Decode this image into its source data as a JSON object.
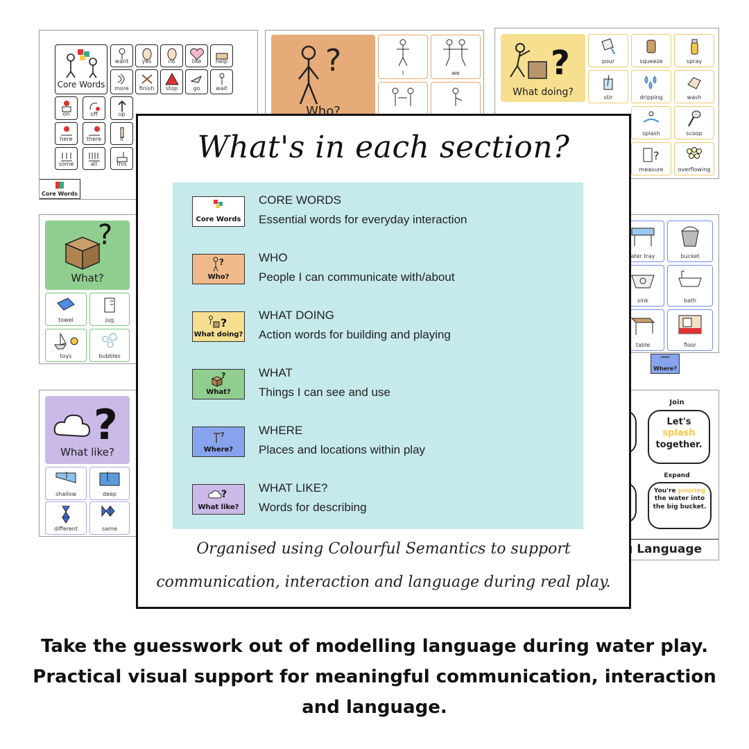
{
  "title": "What's in each section?",
  "sections": [
    {
      "chip_label": "Core Words",
      "name": "CORE WORDS",
      "desc": "Essential words for everyday interaction",
      "color": "#ffffff"
    },
    {
      "chip_label": "Who?",
      "name": "WHO",
      "desc": "People I can communicate with/about",
      "color": "#f0b989"
    },
    {
      "chip_label": "What doing?",
      "name": "WHAT DOING",
      "desc": "Action words for building and playing",
      "color": "#f6df8f"
    },
    {
      "chip_label": "What?",
      "name": "WHAT",
      "desc": "Things I can see and use",
      "color": "#8fce8f"
    },
    {
      "chip_label": "Where?",
      "name": "WHERE",
      "desc": "Places and locations within play",
      "color": "#87a3ee"
    },
    {
      "chip_label": "What like?",
      "name": "WHAT LIKE?",
      "desc": "Words for describing",
      "color": "#cbb9e8"
    }
  ],
  "footer": {
    "line1": "Organised using Colourful Semantics to support",
    "line2": "communication, interaction and language during real play."
  },
  "caption": {
    "line1": "Take the guesswork out of modelling language during water play.",
    "line2": "Practical visual support for meaningful communication, interaction",
    "line3": "and language."
  },
  "boards": {
    "core": {
      "hero_label": "Core Words",
      "tab_label": "Core Words",
      "cells": [
        "want",
        "yes",
        "no",
        "like",
        "help",
        "more",
        "finish",
        "stop",
        "go",
        "wait",
        "on",
        "off",
        "up",
        "here",
        "there",
        "it",
        "some",
        "all",
        "this"
      ]
    },
    "who": {
      "hero_label": "Who?",
      "cells": [
        "I",
        "we"
      ]
    },
    "doing": {
      "hero_label": "What doing?",
      "cells": [
        "pour",
        "squeeze",
        "spray",
        "stir",
        "dripping",
        "wash",
        "splash",
        "scoop",
        "measure",
        "overflowing"
      ]
    },
    "what": {
      "hero_label": "What?",
      "cells": [
        "towel",
        "jug",
        "toys",
        "bubbles"
      ]
    },
    "where": {
      "tab_label": "Where?",
      "cells": [
        "ater tray",
        "bucket",
        "sink",
        "bath",
        "table",
        "floor"
      ]
    },
    "like": {
      "hero_label": "What like?",
      "cells": [
        "shallow",
        "deep",
        "different",
        "same"
      ]
    },
    "modelling": {
      "join_label": "Join",
      "bubble1": {
        "pre": "Let's",
        "hl": "splash",
        "post": "together."
      },
      "expand_label": "Expand",
      "bubble2": {
        "pre": "You're",
        "hl": "pouring",
        "post": "the water into the big bucket."
      },
      "footer_label": "ng Language",
      "fragment1": "e",
      "fragment2": "."
    }
  }
}
